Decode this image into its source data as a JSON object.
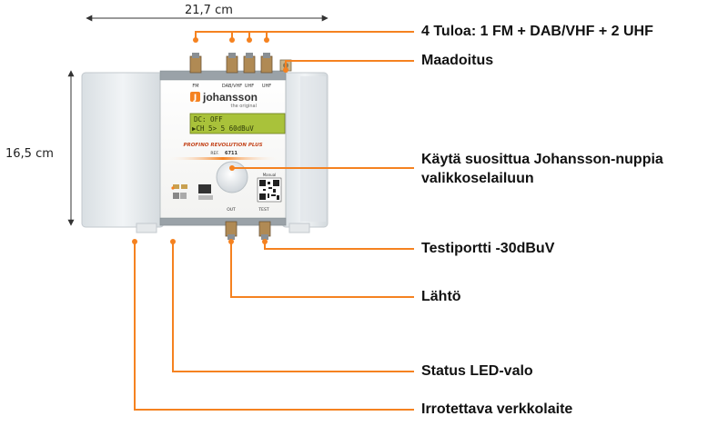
{
  "dimensions": {
    "width": "21,7 cm",
    "height": "16,5 cm"
  },
  "callouts": {
    "inputs": "4 Tuloa: 1 FM + DAB/VHF + 2 UHF",
    "ground": "Maadoitus",
    "knob_line1": "Käytä suosittua Johansson-nuppia",
    "knob_line2": "valikkoselailuun",
    "test_port": "Testiportti -30dBuV",
    "output": "Lähtö",
    "status_led": "Status LED-valo",
    "power_supply": "Irrotettava verkkolaite"
  },
  "device": {
    "brand": "johansson",
    "tagline": "the original",
    "model": "PROFINO REVOLUTION PLUS",
    "ref_label": "REF.",
    "ref_number": "6711",
    "lcd_line1": "DC: OFF",
    "lcd_line2": "▶CH  5> 5 60dBuV",
    "port_fm": "FM",
    "port_dab": "DAB/VHF",
    "port_uhf1": "UHF",
    "port_uhf2": "UHF",
    "port_out": "OUT",
    "port_test": "TEST",
    "qr_label": "Manual"
  },
  "colors": {
    "accent": "#f58220",
    "lcd": "#a9c23a",
    "housing": "#e8ecef"
  }
}
